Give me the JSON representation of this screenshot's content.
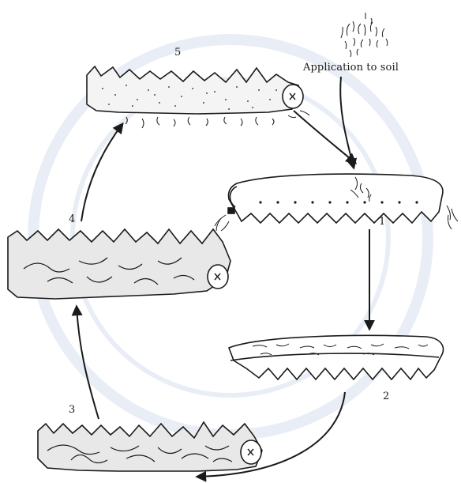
{
  "diagram": {
    "application_label": "Application to soil",
    "stages": [
      {
        "number": "1",
        "state": "healthy larva with spores entering"
      },
      {
        "number": "2",
        "state": "larva with hyphae internally"
      },
      {
        "number": "3",
        "state": "hyphae spreading in body"
      },
      {
        "number": "4",
        "state": "body filled with hyphae"
      },
      {
        "number": "5",
        "state": "mycelium emerging from cadaver"
      }
    ],
    "colors": {
      "ink": "#1a1a1a",
      "background": "#ffffff",
      "watermark": "#dfe6f2"
    }
  }
}
